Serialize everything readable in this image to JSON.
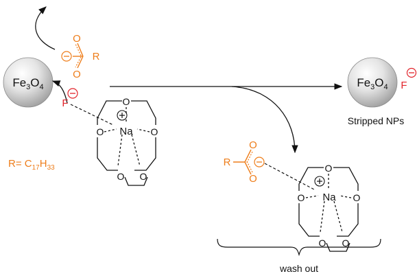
{
  "colors": {
    "ligand": "#ee7d1a",
    "fluoride": "#e2242b",
    "bond": "#111111",
    "sphere": "#c9c9c9"
  },
  "left": {
    "np_label": {
      "base": "Fe",
      "sub1": "3",
      "mid": "O",
      "sub2": "4"
    },
    "carboxylate": {
      "o_top": "O",
      "o_bottom": "O",
      "r": "R",
      "charge": "⊖"
    },
    "fluoride": {
      "atom": "F",
      "charge": "⊖"
    },
    "r_definition": {
      "prefix": "R= C",
      "sub1": "17",
      "mid": "H",
      "sub2": "33"
    }
  },
  "crown_complex": {
    "metal": "Na",
    "charge": "⊕",
    "oxygen": "O"
  },
  "right": {
    "np_label": {
      "base": "Fe",
      "sub1": "3",
      "mid": "O",
      "sub2": "4"
    },
    "fluoride": {
      "atom": "F",
      "charge": "⊖"
    },
    "caption": "Stripped NPs"
  },
  "byproduct": {
    "carboxylate": {
      "o_top": "O",
      "o_bottom": "O",
      "r": "R",
      "charge": "⊖"
    },
    "caption": "wash out"
  }
}
